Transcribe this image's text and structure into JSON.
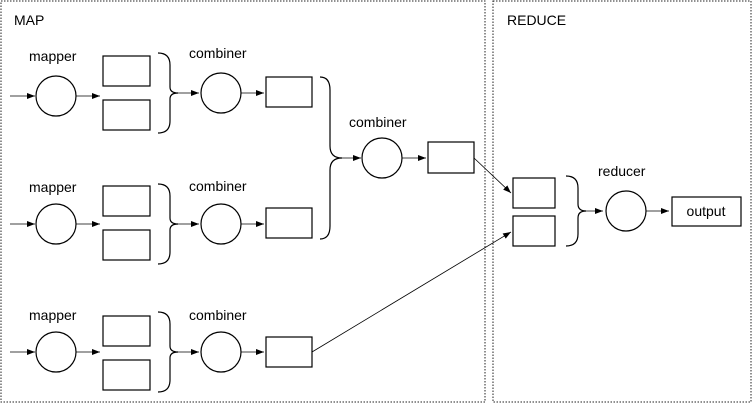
{
  "sections": {
    "map": {
      "label": "MAP"
    },
    "reduce": {
      "label": "REDUCE"
    }
  },
  "labels": {
    "mapper": "mapper",
    "combiner": "combiner",
    "reducer": "reducer",
    "output": "output"
  },
  "colors": {
    "stroke": "#000000",
    "background": "#ffffff"
  }
}
